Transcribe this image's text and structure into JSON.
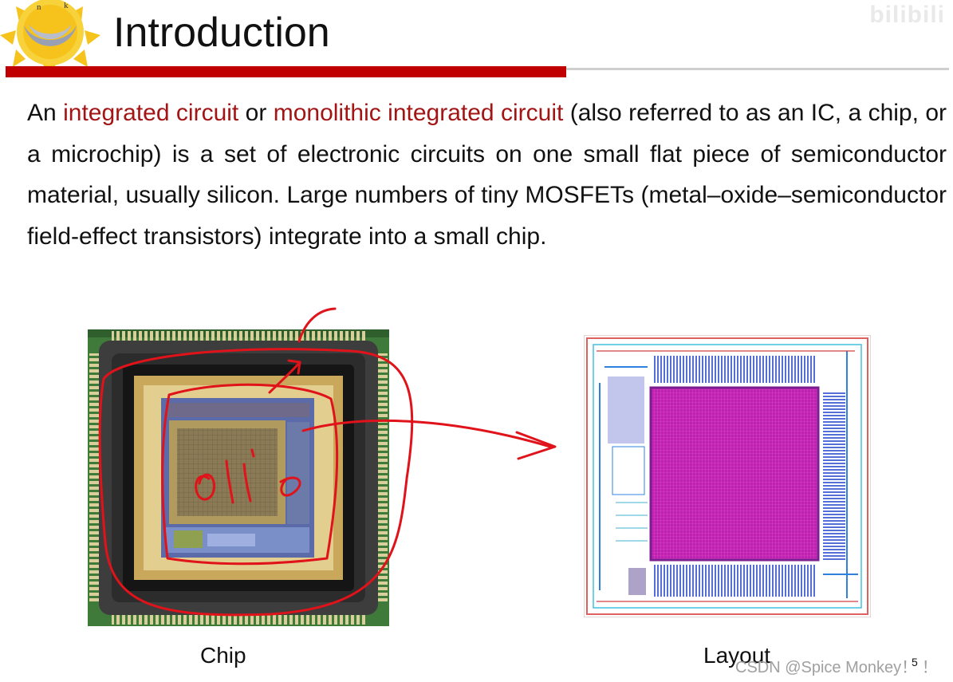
{
  "slide": {
    "title": "Introduction",
    "watermark": "bilibili",
    "logo_letters": [
      "n",
      "k"
    ],
    "paragraph": {
      "t1": "An ",
      "h1": "integrated circuit",
      "t2": " or ",
      "h2": "monolithic integrated circuit",
      "t3": " (also referred to as an IC, a chip, or a microchip) is a set of electronic circuits on one small flat piece of semiconductor material, usually silicon. Large numbers of tiny MOSFETs (metal–oxide–semiconductor field-effect transistors) integrate into a small chip."
    },
    "figures": {
      "chip_caption": "Chip",
      "layout_caption": "Layout"
    },
    "footer": {
      "csdn": "CSDN @Spice Monkey！ ！",
      "page_number": "5"
    }
  },
  "colors": {
    "accent_red": "#c00000",
    "highlight_text": "#a31515",
    "annotation_ink": "#e0121a"
  }
}
